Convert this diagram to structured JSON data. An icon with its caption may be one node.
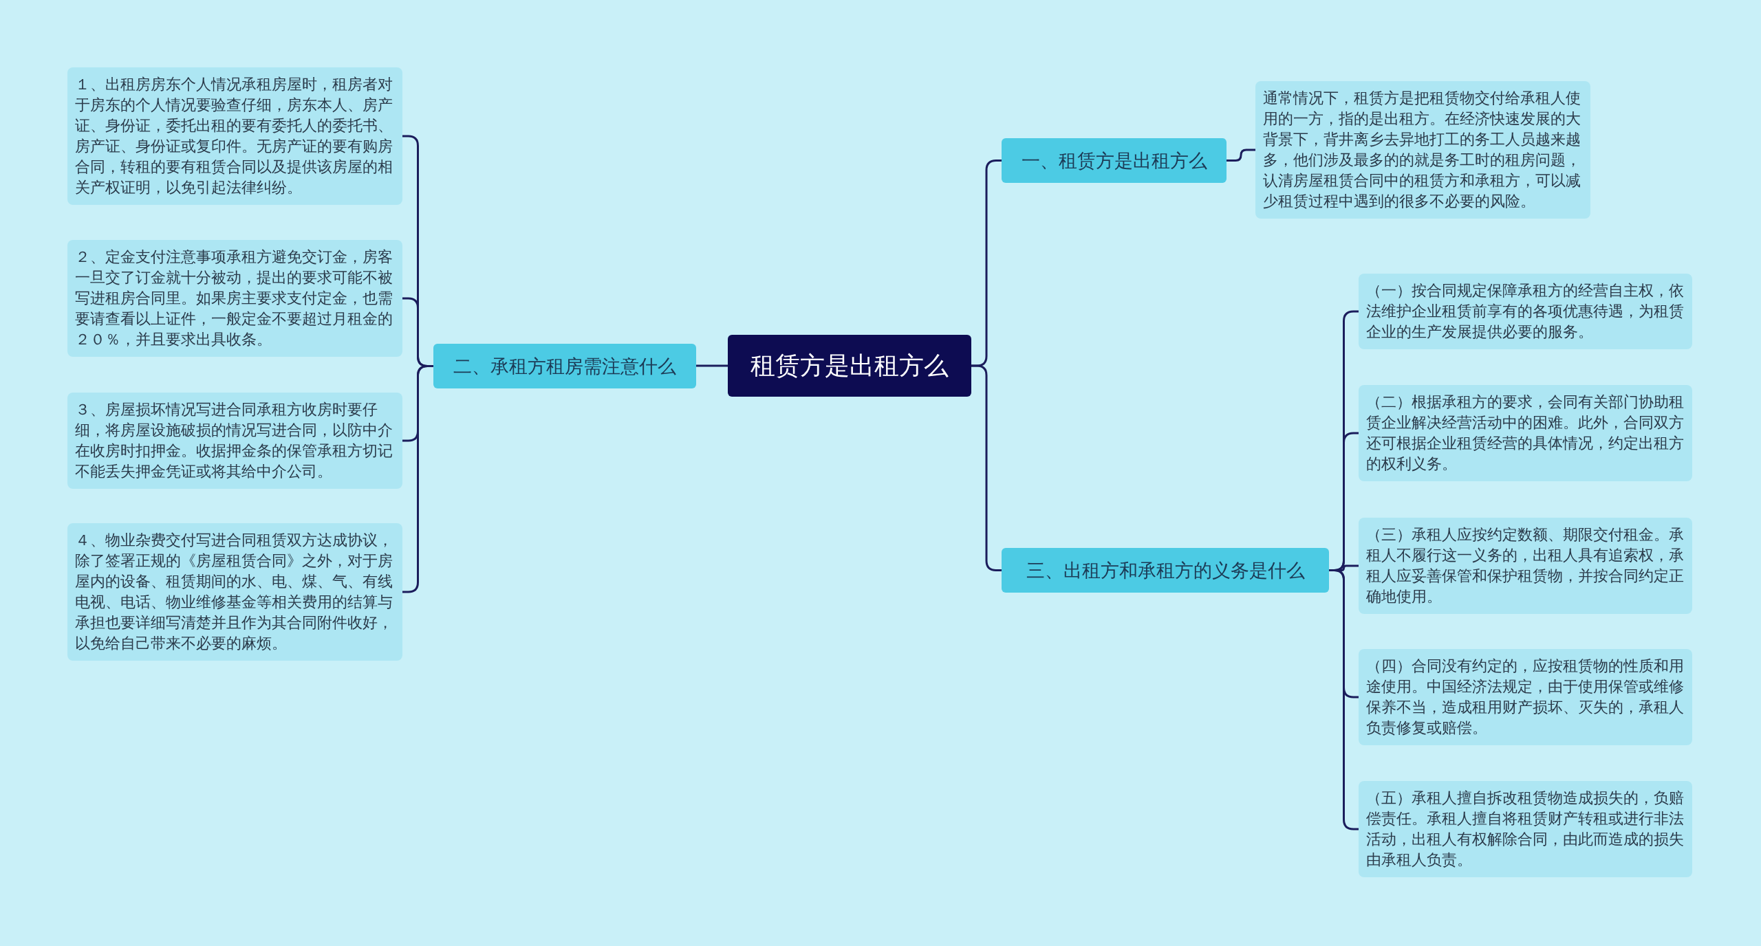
{
  "diagram": {
    "nodes": [
      {
        "text": [
          "租赁方是出租方么"
        ]
      },
      {
        "text": [
          "二、承租方租房需注意什么"
        ]
      },
      {
        "text": [
          "１、出租房房东个人情况承租房屋时，租房者对于房东的个人情况要验查仔细，房东本人、房产证、身份证，委托出租的要有委托人的委托书、房产证、身份证或复印件。无房产证的要有购房合同，转租的要有租赁合同以及提供该房屋的相关产权证明，以免引起法律纠纷。"
        ]
      },
      {
        "text": [
          "２、定金支付注意事项承租方避免交订金，房客一旦交了订金就十分被动，提出的要求可能不被写进租房合同里。如果房主要求支付定金，也需要请查看以上证件，一般定金不要超过月租金的２０％，并且要求出具收条。"
        ]
      },
      {
        "text": [
          "３、房屋损坏情况写进合同承租方收房时要仔细，将房屋设施破损的情况写进合同，以防中介在收房时扣押金。收据押金条的保管承租方切记不能丢失押金凭证或将其给中介公司。"
        ]
      },
      {
        "text": [
          "４、物业杂费交付写进合同租赁双方达成协议，除了签署正规的《房屋租赁合同》之外，对于房屋内的设备、租赁期间的水、电、煤、气、有线电视、电话、物业维修基金等相关费用的结算与承担也要详细写清楚并且作为其合同附件收好，以免给自己带来不必要的麻烦。"
        ]
      },
      {
        "text": [
          "一、租赁方是出租方么"
        ]
      },
      {
        "text": [
          "通常情况下，租赁方是把租赁物交付给承租人使用的一方，指的是出租方。在经济快速发展的大背景下，背井离乡去异地打工的务工人员越来越多，他们涉及最多的的就是务工时的租房问题，认清房屋租赁合同中的租赁方和承租方，可以减少租赁过程中遇到的很多不必要的风险。"
        ]
      },
      {
        "text": [
          "三、出租方和承租方的义务是什么"
        ]
      },
      {
        "text": [
          "（一）按合同规定保障承租方的经营自主权，依法维护企业租赁前享有的各项优惠待遇，为租赁企业的生产发展提供必要的服务。"
        ]
      },
      {
        "text": [
          "（二）根据承租方的要求，会同有关部门协助租赁企业解决经营活动中的困难。此外，合同双方还可根据企业租赁经营的具体情况，约定出租方的权利义务。"
        ]
      },
      {
        "text": [
          "（三）承租人应按约定数额、期限交付租金。承租人不履行这一义务的，出租人具有追索权，承租人应妥善保管和保护租赁物，并按合同约定正确地使用。"
        ]
      },
      {
        "text": [
          "（四）合同没有约定的，应按租赁物的性质和用途使用。中国经济法规定，由于使用保管或维修保养不当，造成租用财产损坏、灭失的，承租人负责修复或赔偿。"
        ]
      },
      {
        "text": [
          "（五）承租人擅自拆改租赁物造成损失的，负赔偿责任。承租人擅自将租赁财产转租或进行非法活动，出租人有权解除合同，由此而造成的损失由承租人负责。"
        ]
      }
    ],
    "edges": [
      {
        "from": 0,
        "to": 1,
        "arrow": "none"
      },
      {
        "from": 1,
        "to": 2,
        "arrow": "none"
      },
      {
        "from": 1,
        "to": 3,
        "arrow": "none"
      },
      {
        "from": 1,
        "to": 4,
        "arrow": "none"
      },
      {
        "from": 1,
        "to": 5,
        "arrow": "none"
      },
      {
        "from": 0,
        "to": 6,
        "arrow": "none"
      },
      {
        "from": 6,
        "to": 7,
        "arrow": "none"
      },
      {
        "from": 0,
        "to": 8,
        "arrow": "none"
      },
      {
        "from": 8,
        "to": 9,
        "arrow": "none"
      },
      {
        "from": 8,
        "to": 10,
        "arrow": "none"
      },
      {
        "from": 8,
        "to": 11,
        "arrow": "none"
      },
      {
        "from": 8,
        "to": 12,
        "arrow": "none"
      },
      {
        "from": 8,
        "to": 13,
        "arrow": "none"
      }
    ]
  }
}
